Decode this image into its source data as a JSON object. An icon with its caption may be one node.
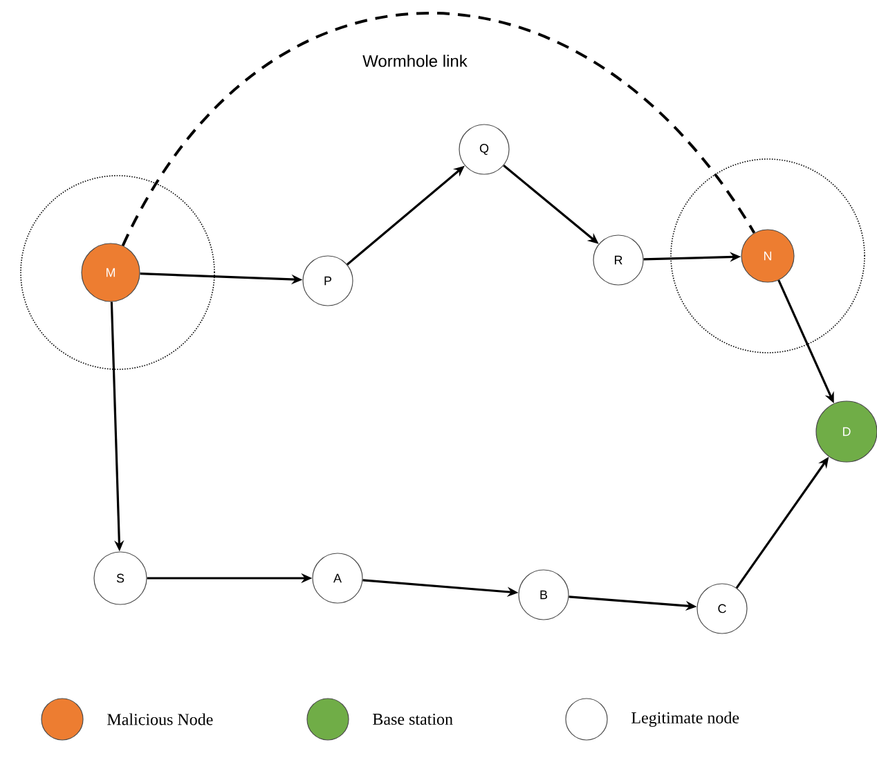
{
  "diagram": {
    "nodes": [
      {
        "text": [
          "M"
        ]
      },
      {
        "text": [
          "P"
        ]
      },
      {
        "text": [
          "Q"
        ]
      },
      {
        "text": [
          "R"
        ]
      },
      {
        "text": [
          "N"
        ]
      },
      {
        "text": [
          "D"
        ]
      },
      {
        "text": [
          "S"
        ]
      },
      {
        "text": [
          "A"
        ]
      },
      {
        "text": [
          "B"
        ]
      },
      {
        "text": [
          "C"
        ]
      }
    ],
    "edges": [
      {
        "from": 0,
        "to": 1,
        "arrow": "to"
      },
      {
        "from": 1,
        "to": 2,
        "arrow": "to"
      },
      {
        "from": 2,
        "to": 3,
        "arrow": "to"
      },
      {
        "from": 3,
        "to": 4,
        "arrow": "to"
      },
      {
        "from": 4,
        "to": 5,
        "arrow": "to"
      },
      {
        "from": 0,
        "to": 6,
        "arrow": "to"
      },
      {
        "from": 6,
        "to": 7,
        "arrow": "to"
      },
      {
        "from": 7,
        "to": 8,
        "arrow": "to"
      },
      {
        "from": 8,
        "to": 9,
        "arrow": "to"
      },
      {
        "from": 9,
        "to": 5,
        "arrow": "to"
      },
      {
        "from": 0,
        "to": 4,
        "arrow": "none",
        "style": "dashed",
        "label": "Wormhole link"
      }
    ],
    "legend": [
      {
        "text": "Malicious Node",
        "color": "#ed7d31"
      },
      {
        "text": "Base station",
        "color": "#70ad47"
      },
      {
        "text": "Legitimate node"
      }
    ]
  }
}
